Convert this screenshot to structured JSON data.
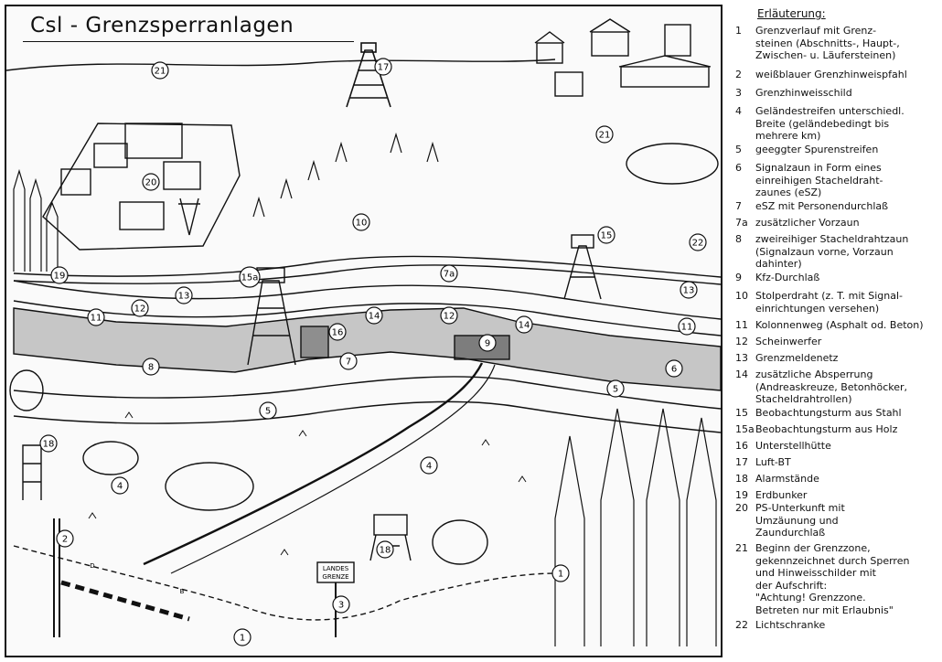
{
  "title": "Csl - Grenzsperranlagen",
  "legend": {
    "heading": "Erläuterung:",
    "items": [
      {
        "num": "1",
        "text": "Grenzverlauf mit Grenz-\nsteinen (Abschnitts-, Haupt-,\nZwischen- u. Läufersteinen)"
      },
      {
        "num": "2",
        "text": "weißblauer Grenzhinweispfahl"
      },
      {
        "num": "3",
        "text": "Grenzhinweisschild"
      },
      {
        "num": "4",
        "text": "Geländestreifen unterschiedl.\nBreite (geländebedingt bis\nmehrere km)"
      },
      {
        "num": "5",
        "text": "geeggter Spurenstreifen"
      },
      {
        "num": "6",
        "text": "Signalzaun in Form eines\neinreihigen Stacheldraht-\nzaunes (eSZ)"
      },
      {
        "num": "7",
        "text": "eSZ mit Personendurchlaß"
      },
      {
        "num": "7a",
        "text": "zusätzlicher Vorzaun"
      },
      {
        "num": "8",
        "text": "zweireihiger Stacheldrahtzaun\n(Signalzaun vorne, Vorzaun\ndahinter)"
      },
      {
        "num": "9",
        "text": "Kfz-Durchlaß"
      },
      {
        "num": "10",
        "text": "Stolperdraht (z. T. mit Signal-\neinrichtungen versehen)"
      },
      {
        "num": "11",
        "text": "Kolonnenweg (Asphalt od. Beton)"
      },
      {
        "num": "12",
        "text": "Scheinwerfer"
      },
      {
        "num": "13",
        "text": "Grenzmeldenetz"
      },
      {
        "num": "14",
        "text": "zusätzliche Absperrung\n(Andreaskreuze, Betonhöcker,\nStacheldrahtrollen)"
      },
      {
        "num": "15",
        "text": "Beobachtungsturm aus Stahl"
      },
      {
        "num": "15a",
        "text": "Beobachtungsturm aus Holz"
      },
      {
        "num": "16",
        "text": "Unterstellhütte"
      },
      {
        "num": "17",
        "text": "Luft-BT"
      },
      {
        "num": "18",
        "text": "Alarmstände"
      },
      {
        "num": "19",
        "text": "Erdbunker"
      },
      {
        "num": "20",
        "text": "PS-Unterkunft mit\nUmzäunung und\nZaundurchlaß"
      },
      {
        "num": "21",
        "text": "Beginn der Grenzzone,\ngekennzeichnet durch Sperren\nund Hinweisschilder mit\nder Aufschrift:\n\"Achtung! Grenzzone.\nBetreten nur mit Erlaubnis\""
      },
      {
        "num": "22",
        "text": "Lichtschranke"
      }
    ]
  },
  "markers": [
    "21",
    "17",
    "20",
    "21",
    "10",
    "15",
    "22",
    "19",
    "15a",
    "7a",
    "13",
    "13",
    "12",
    "11",
    "14",
    "12",
    "16",
    "14",
    "11",
    "9",
    "8",
    "7",
    "6",
    "5",
    "5",
    "18",
    "4",
    "4",
    "2",
    "18",
    "3",
    "1",
    "1"
  ],
  "sign": {
    "line1": "LANDES",
    "line2": "GRENZE"
  },
  "post_letter": "D",
  "stone_letter": "B"
}
